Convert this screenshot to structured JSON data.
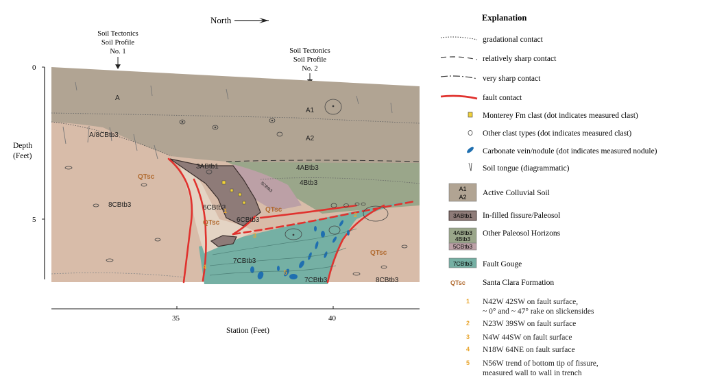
{
  "north_label": "North",
  "profiles": {
    "p1": [
      "Soil Tectonics",
      "Soil Profile",
      "No. 1"
    ],
    "p2": [
      "Soil Tectonics",
      "Soil Profile",
      "No. 2"
    ]
  },
  "axes": {
    "depth_label": [
      "Depth",
      "(Feet)"
    ],
    "depth_ticks": [
      "0",
      "5"
    ],
    "station_label": "Station (Feet)",
    "station_ticks": [
      "35",
      "40"
    ]
  },
  "units": {
    "A": "A",
    "A1": "A1",
    "A2": "A2",
    "A8": "A/8CBtb3",
    "3ABtb1": "3ABtb1",
    "4ABtb3": "4ABtb3",
    "4Btb3": "4Btb3",
    "5CBtb3": "5CBtb3",
    "6CBtb3_a": "6CBtb3",
    "6CBtb3_b": "6CBtb3",
    "8CBtb3_l": "8CBtb3",
    "8CBtb3_r": "8CBtb3",
    "7CBtb3_a": "7CBtb3",
    "7CBtb3_b": "7CBtb3",
    "qtsc1": "QTsc",
    "qtsc2": "QTsc",
    "qtsc3": "QTsc",
    "qtsc4": "QTsc"
  },
  "markers": [
    "1",
    "2",
    "3",
    "4",
    "5"
  ],
  "explanation": {
    "title": "Explanation",
    "lines": [
      {
        "label": "gradational contact",
        "style": "dotted"
      },
      {
        "label": "relatively sharp contact",
        "style": "dashed"
      },
      {
        "label": "very sharp contact",
        "style": "dashdot"
      },
      {
        "label": "fault contact",
        "style": "fault"
      }
    ],
    "symbols": [
      {
        "label": "Monterey Fm clast (dot indicates measured clast)",
        "icon": "monterey-clast-icon"
      },
      {
        "label": "Other clast types (dot indicates measured clast)",
        "icon": "other-clast-icon"
      },
      {
        "label": "Carbonate vein/nodule (dot indicates measured nodule)",
        "icon": "carbonate-nodule-icon"
      },
      {
        "label": "Soil tongue (diagrammatic)",
        "icon": "soil-tongue-icon"
      }
    ],
    "units": [
      {
        "box": [
          "A1",
          "A2"
        ],
        "label": "Active Colluvial Soil",
        "color": "#b1a493"
      },
      {
        "box": [
          "3ABtb1"
        ],
        "label": "In-filled fissure/Paleosol",
        "color": "#8e7b78"
      },
      {
        "box": [
          "4ABtb3",
          "4Btb3",
          "5CBtb3"
        ],
        "label": "Other Paleosol Horizons",
        "color": "#9aa68a"
      },
      {
        "box": [
          "7CBtb3"
        ],
        "label": "Fault Gouge",
        "color": "#75b0a4"
      },
      {
        "box": [
          "QTsc"
        ],
        "label": "Santa Clara Formation",
        "color": "#d8bca9"
      }
    ],
    "measurements": [
      {
        "num": "1",
        "lines": [
          "N42W 42SW on fault surface,",
          "~ 0° and ~ 47° rake on slickensides"
        ]
      },
      {
        "num": "2",
        "lines": [
          "N23W 39SW on fault surface"
        ]
      },
      {
        "num": "3",
        "lines": [
          "N4W 44SW on fault surface"
        ]
      },
      {
        "num": "4",
        "lines": [
          "N18W 64NE on fault surface"
        ]
      },
      {
        "num": "5",
        "lines": [
          "N56W trend of bottom tip of fissure,",
          "measured wall to wall in trench"
        ]
      }
    ]
  },
  "colors": {
    "colluvial": "#b1a493",
    "fissure": "#8e7b78",
    "paleosol_green": "#9aa68a",
    "paleosol_pink": "#bca0a6",
    "gouge": "#75b0a4",
    "santa_clara": "#d8bca9",
    "fault": "#e0322e",
    "qtsc_text": "#b0692e",
    "marker": "#e8a630",
    "nodule": "#1f6fb0"
  }
}
